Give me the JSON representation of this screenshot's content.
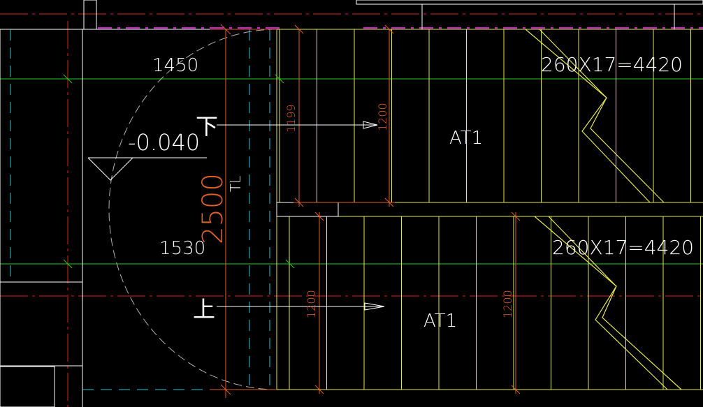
{
  "drawing": {
    "colors": {
      "background": "#000000",
      "axis_red": "#e02020",
      "axis_green": "#22cc22",
      "cyan": "#20c8d8",
      "magenta": "#d020d0",
      "yellow": "#e6e650",
      "orange_dim": "#e0602a",
      "white": "#ffffff",
      "grey": "#b0b0b0"
    },
    "labels": {
      "dim_upper_width": "1450",
      "dim_lower_width": "1530",
      "elevation": "-0.040",
      "dim_total": "2500",
      "dim_upper_run_left": "1199",
      "dim_upper_run_right": "1200",
      "dim_lower_run_left": "1200",
      "dim_lower_run_right": "1200",
      "upper_flight_spec": "260X17=4420",
      "lower_flight_spec": "260X17=4420",
      "upper_flight_tag": "AT1",
      "lower_flight_tag": "AT1",
      "down_arrow_glyph": "下",
      "up_arrow_glyph": "上",
      "mid_marker_glyph": "TL"
    }
  }
}
